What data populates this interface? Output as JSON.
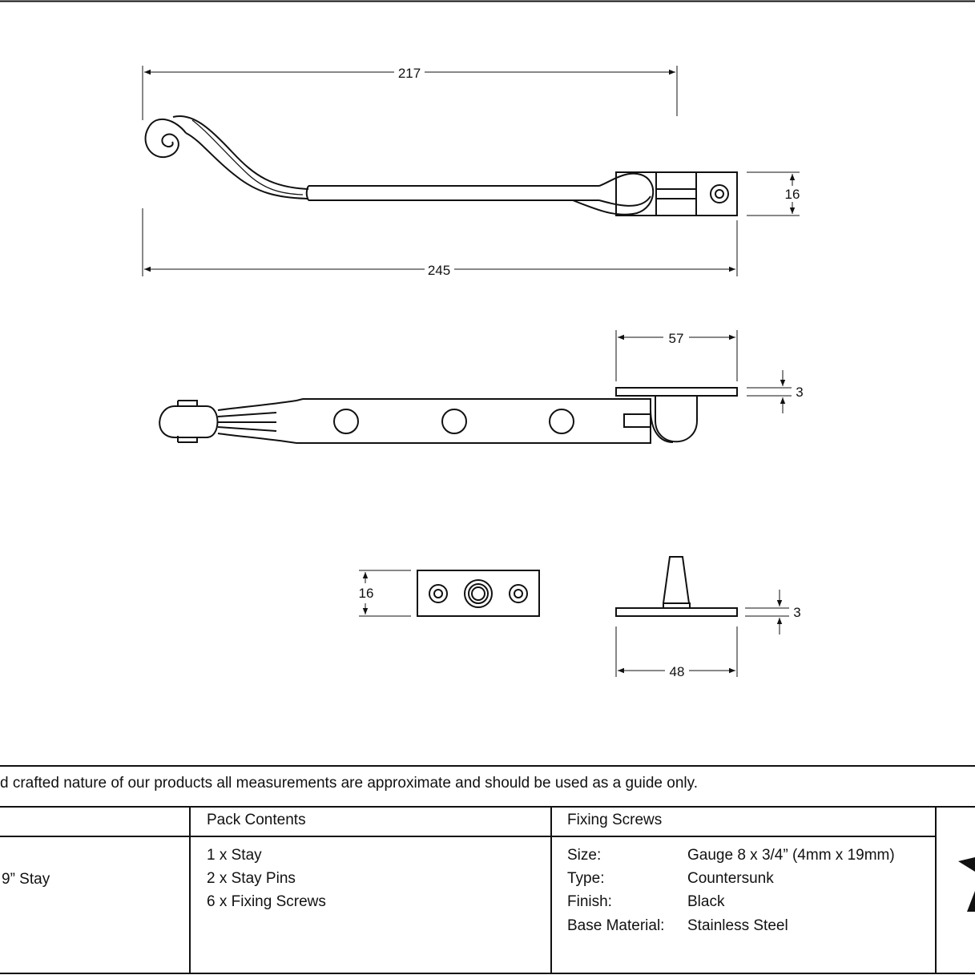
{
  "dimensions": {
    "top_length": "217",
    "top_height": "16",
    "overall_length": "245",
    "bracket_length": "57",
    "bracket_thickness": "3",
    "pin_plate_height": "16",
    "pin_plate_thickness": "3",
    "pin_plate_length": "48"
  },
  "note": "d crafted nature of our products all measurements are approximate and should be used as a guide only.",
  "table": {
    "col1_value": "9” Stay",
    "pack_header": "Pack Contents",
    "pack_items": [
      "1 x Stay",
      "2 x Stay Pins",
      "6 x Fixing Screws"
    ],
    "screws_header": "Fixing Screws",
    "screws_rows": [
      {
        "label": "Size:",
        "value": "Gauge 8 x 3/4” (4mm x 19mm)"
      },
      {
        "label": "Type:",
        "value": "Countersunk"
      },
      {
        "label": "Finish:",
        "value": "Black"
      },
      {
        "label": "Base Material:",
        "value": "Stainless Steel"
      }
    ]
  },
  "colors": {
    "line": "#111111",
    "background": "#ffffff"
  }
}
